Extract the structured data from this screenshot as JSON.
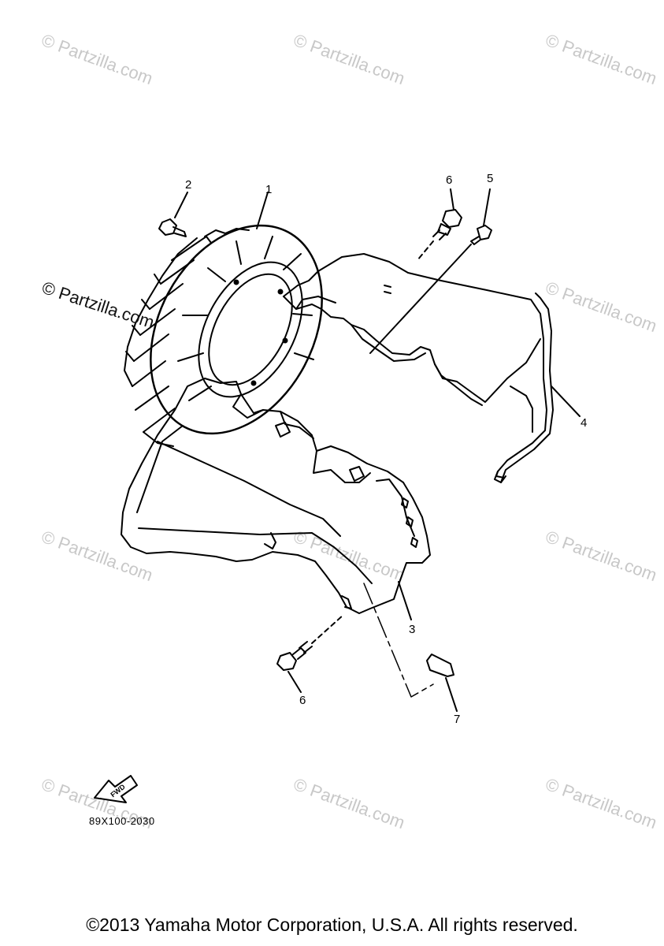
{
  "watermark": {
    "text": "© Partzilla.com",
    "color": "#c8c8c8"
  },
  "watermark_prominent": {
    "text": "© Partzilla.com"
  },
  "callouts": {
    "c1": "1",
    "c2": "2",
    "c3": "3",
    "c4": "4",
    "c5": "5",
    "c6a": "6",
    "c6b": "6",
    "c7": "7"
  },
  "fwd_label": "FWD",
  "catalog_number": "89X100-2030",
  "copyright": "©2013 Yamaha Motor Corporation, U.S.A. All rights reserved."
}
